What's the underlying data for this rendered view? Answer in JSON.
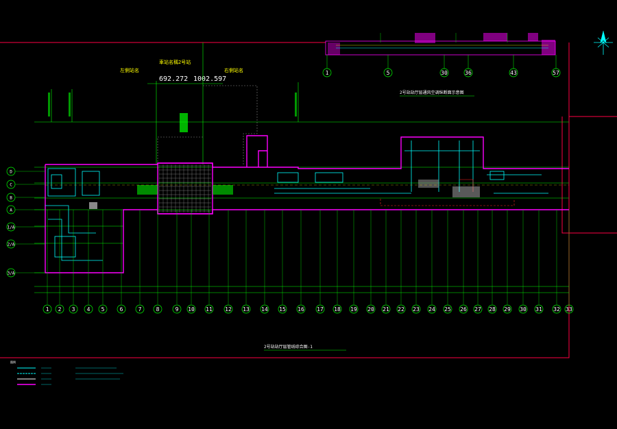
{
  "colors": {
    "background": "#000000",
    "frame": "#ff0044",
    "grid": "#00ff00",
    "wall": "#ff00ff",
    "duct": "#00ffff",
    "text": "#ffffff",
    "label": "#ffff00"
  },
  "top_profile": {
    "axis_labels": [
      "1",
      "5",
      "30",
      "36",
      "43",
      "57"
    ]
  },
  "station": {
    "title_top": "車站名稱2号站",
    "left_label": "左側站名",
    "right_label": "右側站名",
    "chainage_left": "692.272",
    "chainage_right": "1002.597"
  },
  "plan": {
    "row_axes": [
      "D",
      "C",
      "B",
      "A",
      "1/A",
      "2/A",
      "3/A"
    ],
    "column_axes": [
      "1",
      "2",
      "3",
      "4",
      "5",
      "6",
      "7",
      "8",
      "9",
      "10",
      "11",
      "12",
      "13",
      "14",
      "15",
      "16",
      "17",
      "18",
      "19",
      "20",
      "21",
      "22",
      "23",
      "24",
      "25",
      "26",
      "27",
      "28",
      "29",
      "30",
      "31",
      "32",
      "33"
    ],
    "drawing_title": "2号站站厅层管线综合图-1"
  },
  "profile_title": "2号站站厅层通风空调纵断面示意图",
  "legend": {
    "title": "图例"
  }
}
